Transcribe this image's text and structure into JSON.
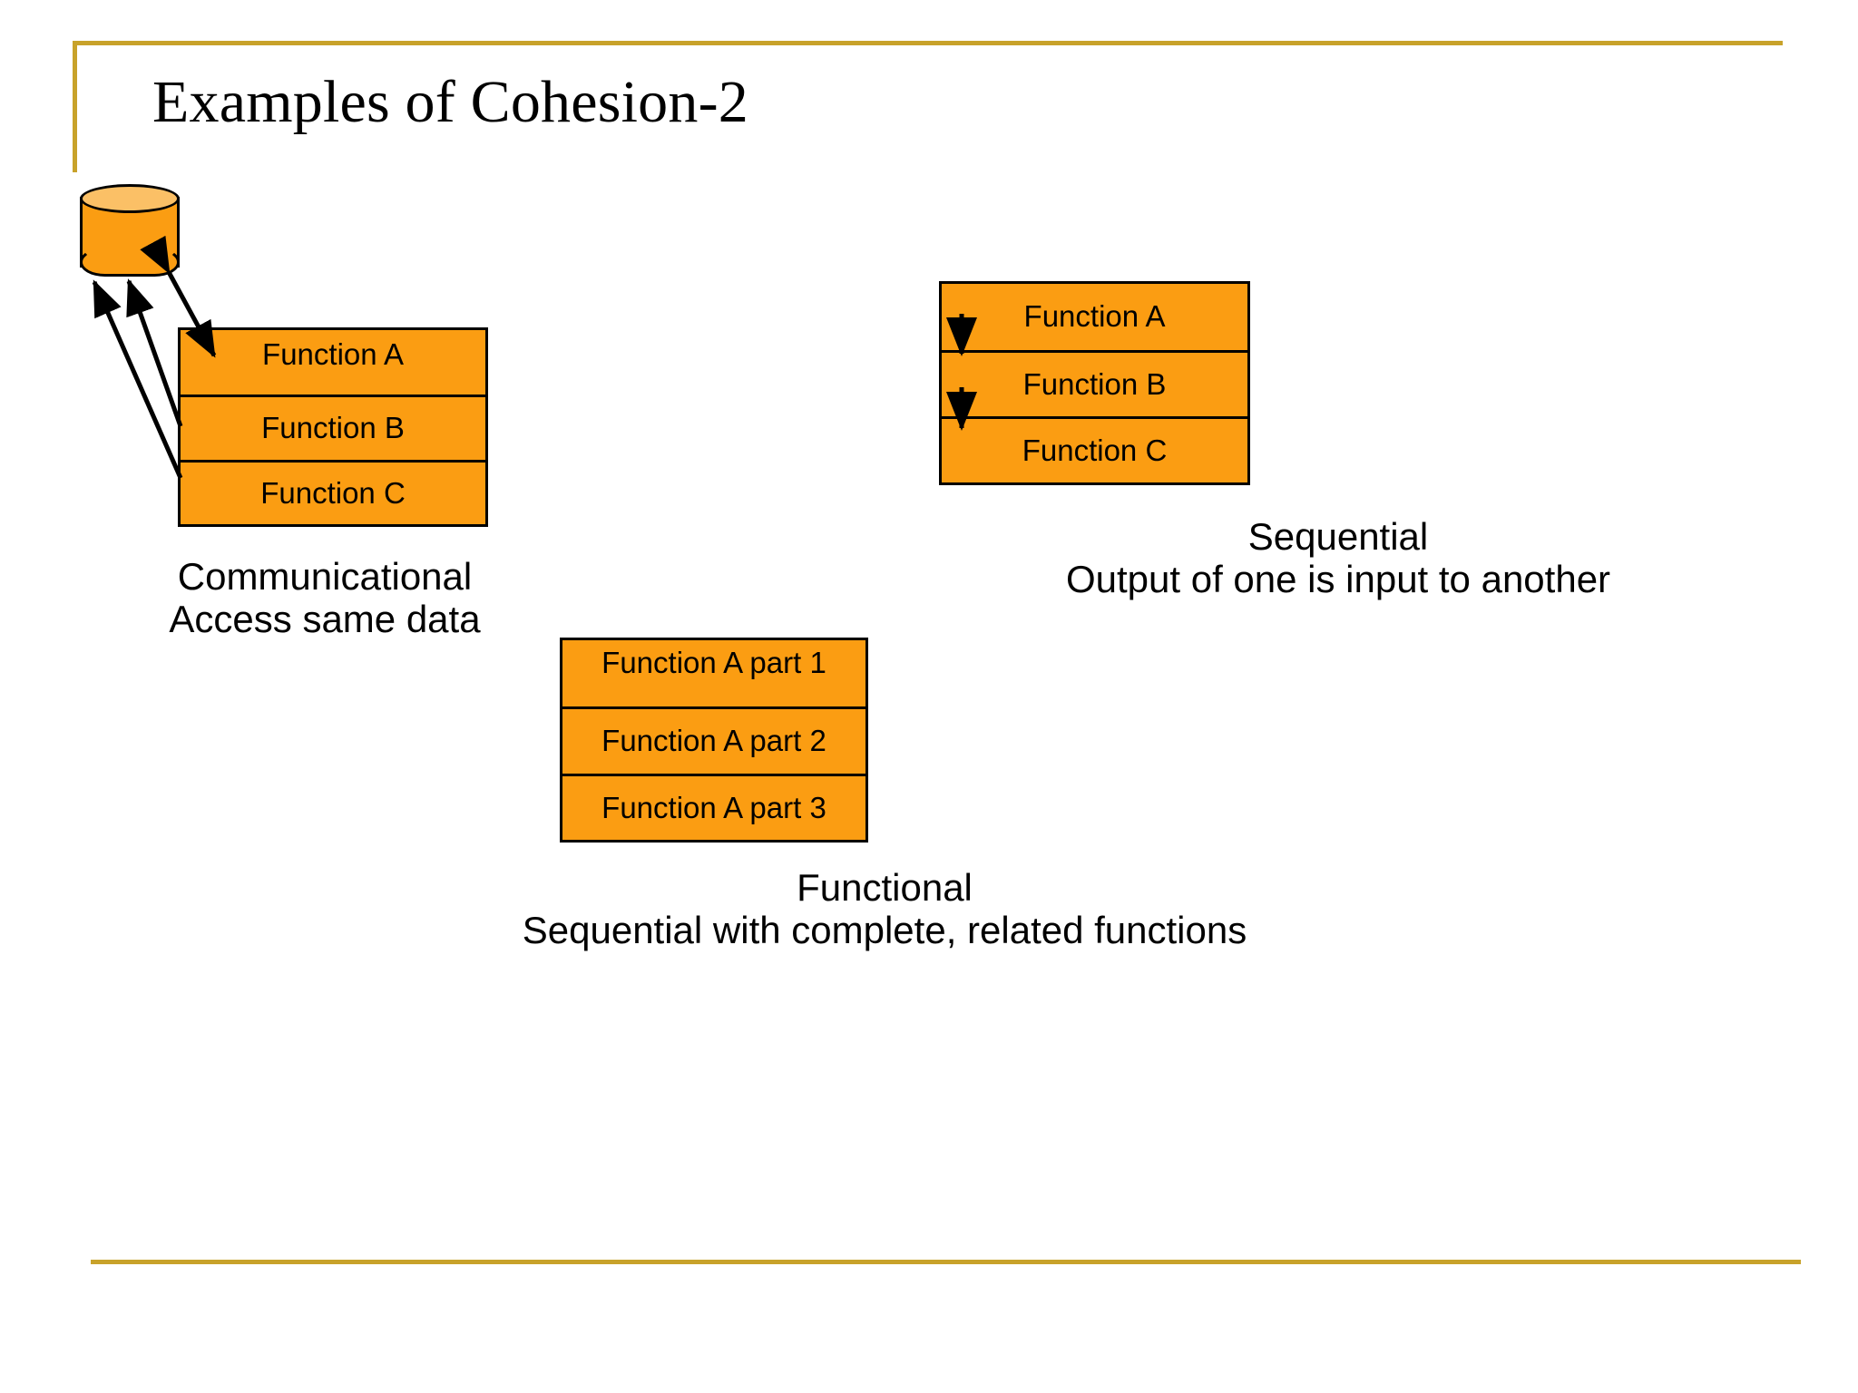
{
  "slide": {
    "title": "Examples of Cohesion-2",
    "background_color": "#ffffff",
    "accent_color": "#c8a22a",
    "box_fill_color": "#FB9D12",
    "cylinder_top_color": "#FBC066",
    "outline_color": "#000000"
  },
  "diagrams": [
    {
      "id": "communicational",
      "datastore_icon": "cylinder-database-icon",
      "rows": [
        {
          "label": "Function A"
        },
        {
          "label": "Function B"
        },
        {
          "label": "Function C"
        }
      ],
      "connectors": [
        {
          "from": "Function A",
          "to": "datastore",
          "style": "double-headed-arrow"
        },
        {
          "from": "Function B",
          "to": "datastore",
          "style": "single-arrow-up"
        },
        {
          "from": "Function C",
          "to": "datastore",
          "style": "single-arrow-up"
        }
      ],
      "caption_title": "Communicational",
      "caption_subtitle": "Access same data"
    },
    {
      "id": "sequential",
      "rows": [
        {
          "label": "Function A"
        },
        {
          "label": "Function B"
        },
        {
          "label": "Function C"
        }
      ],
      "connectors": [
        {
          "from": "Function A",
          "to": "Function B",
          "style": "single-arrow-down"
        },
        {
          "from": "Function B",
          "to": "Function C",
          "style": "single-arrow-down"
        }
      ],
      "caption_title": "Sequential",
      "caption_subtitle": "Output of one is input to another"
    },
    {
      "id": "functional",
      "rows": [
        {
          "label": "Function A part 1"
        },
        {
          "label": "Function A part 2"
        },
        {
          "label": "Function A part 3"
        }
      ],
      "connectors": [],
      "caption_title": "Functional",
      "caption_subtitle": "Sequential with complete, related functions"
    }
  ]
}
